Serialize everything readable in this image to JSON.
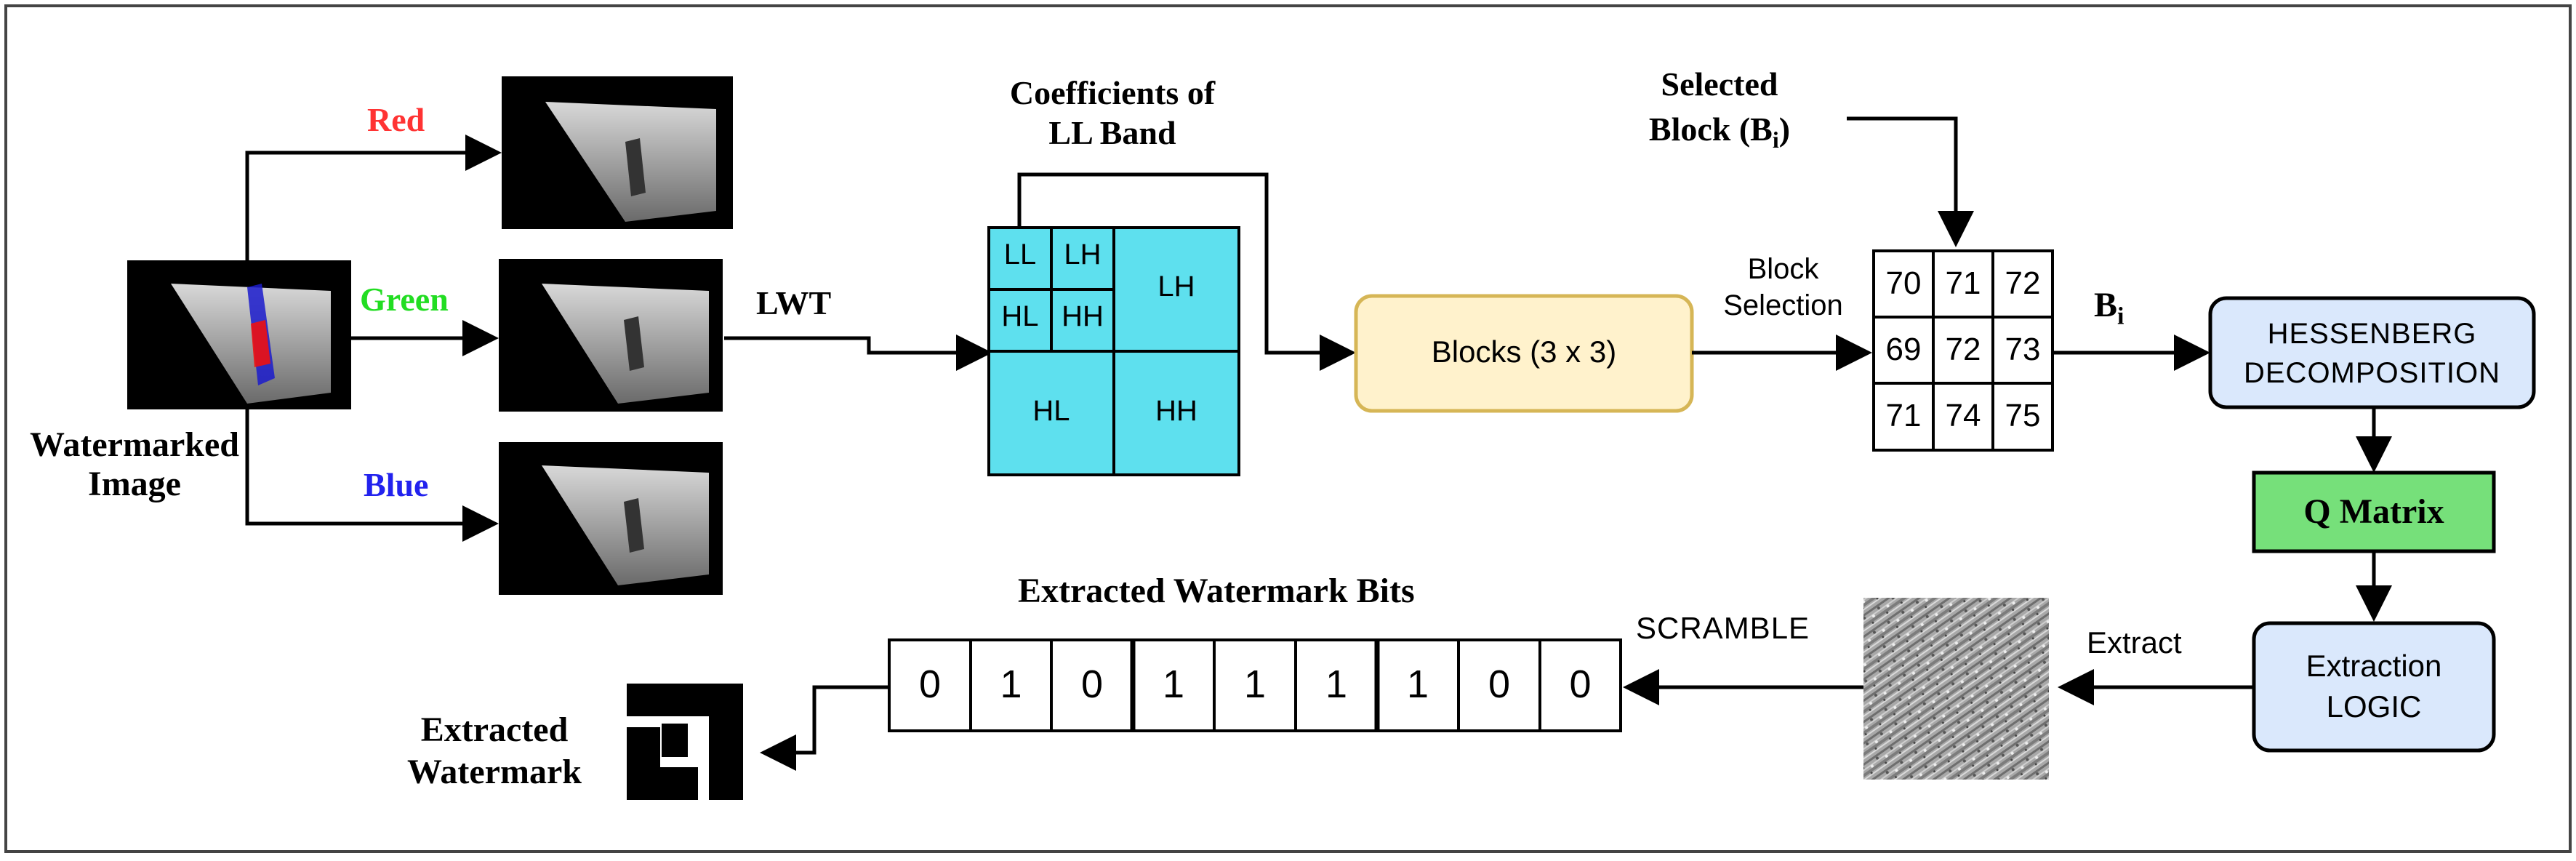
{
  "inputs": {
    "watermarked_line1": "Watermarked",
    "watermarked_line2": "Image",
    "red": "Red",
    "green": "Green",
    "blue": "Blue"
  },
  "channel_colors": {
    "red": "#ff3333",
    "green": "#22dd22",
    "blue": "#2222ee"
  },
  "lwt_label": "LWT",
  "ll_band": {
    "title_line1": "Coefficients of",
    "title_line2": "LL Band",
    "sub_ll": "LL",
    "sub_lh": "LH",
    "sub_hl": "HL",
    "sub_hh": "HH",
    "lh": "LH",
    "hl": "HL",
    "hh": "HH",
    "fill_color": "#5ee0ee"
  },
  "blocks_box": "Blocks (3 x 3)",
  "block_selection_line1": "Block",
  "block_selection_line2": "Selection",
  "selected_block_line1": "Selected",
  "selected_block_line2": "Block (B",
  "selected_block_sub": "i",
  "selected_block_close": ")",
  "matrix": [
    [
      "70",
      "71",
      "72"
    ],
    [
      "69",
      "72",
      "73"
    ],
    [
      "71",
      "74",
      "75"
    ]
  ],
  "bi_label": "B",
  "bi_sub": "i",
  "hessenberg_line1": "HESSENBERG",
  "hessenberg_line2": "DECOMPOSITION",
  "q_matrix": "Q Matrix",
  "extraction_line1": "Extraction",
  "extraction_line2": "LOGIC",
  "extract_label": "Extract",
  "scramble_label": "SCRAMBLE",
  "bits_title": "Extracted Watermark Bits",
  "bits": [
    "0",
    "1",
    "0",
    "1",
    "1",
    "1",
    "1",
    "0",
    "0"
  ],
  "extracted_wm_line1": "Extracted",
  "extracted_wm_line2": "Watermark"
}
